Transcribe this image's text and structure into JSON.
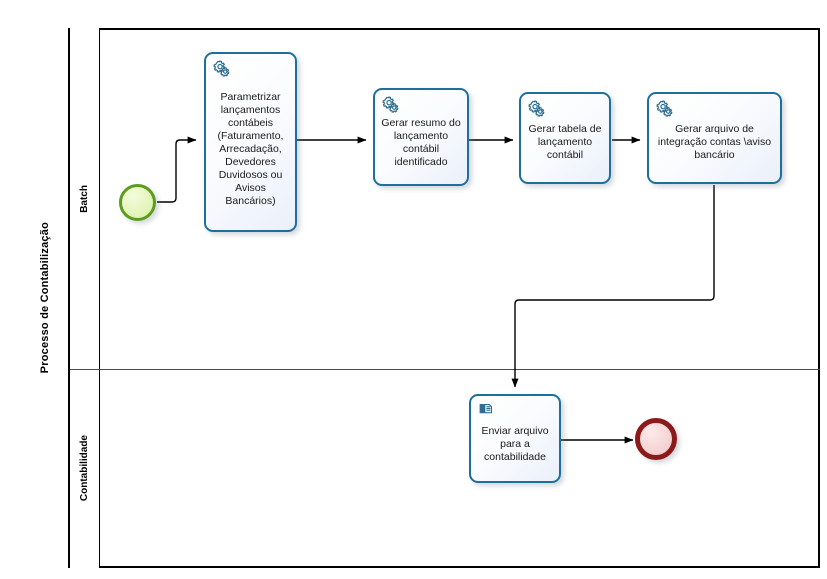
{
  "diagram": {
    "type": "bpmn-process-diagram",
    "pool": {
      "name": "Processo de Contabilização"
    },
    "lanes": [
      {
        "id": "lane-batch",
        "name": "Batch"
      },
      {
        "id": "lane-contabilidade",
        "name": "Contabilidade"
      }
    ],
    "events": [
      {
        "id": "start-event",
        "kind": "start",
        "lane": "lane-batch",
        "label": "",
        "color": "#5c9c1f"
      },
      {
        "id": "end-event",
        "kind": "end",
        "lane": "lane-contabilidade",
        "label": "",
        "color": "#8b1a1a"
      }
    ],
    "tasks": [
      {
        "id": "task-parametrizar",
        "lane": "lane-batch",
        "icon": "service-task-gear-icon",
        "label": "Parametrizar lançamentos contábeis (Faturamento, Arrecadação, Devedores Duvidosos ou Avisos Bancários)"
      },
      {
        "id": "task-gerar-resumo",
        "lane": "lane-batch",
        "icon": "service-task-gear-icon",
        "label": "Gerar resumo do lançamento contábil identificado"
      },
      {
        "id": "task-gerar-tabela",
        "lane": "lane-batch",
        "icon": "service-task-gear-icon",
        "label": "Gerar tabela de lançamento contábil"
      },
      {
        "id": "task-gerar-arquivo",
        "lane": "lane-batch",
        "icon": "service-task-gear-icon",
        "label": "Gerar arquivo de integração contas \\aviso bancário"
      },
      {
        "id": "task-enviar-arquivo",
        "lane": "lane-contabilidade",
        "icon": "manual-task-hand-document-icon",
        "label": "Enviar arquivo para a contabilidade"
      }
    ],
    "flows": [
      {
        "id": "flow-1",
        "from": "start-event",
        "to": "task-parametrizar",
        "label": ""
      },
      {
        "id": "flow-2",
        "from": "task-parametrizar",
        "to": "task-gerar-resumo",
        "label": ""
      },
      {
        "id": "flow-3",
        "from": "task-gerar-resumo",
        "to": "task-gerar-tabela",
        "label": ""
      },
      {
        "id": "flow-4",
        "from": "task-gerar-tabela",
        "to": "task-gerar-arquivo",
        "label": ""
      },
      {
        "id": "flow-5",
        "from": "task-gerar-arquivo",
        "to": "task-enviar-arquivo",
        "label": ""
      },
      {
        "id": "flow-6",
        "from": "task-enviar-arquivo",
        "to": "end-event",
        "label": ""
      }
    ],
    "colors": {
      "task_border": "#1f6f9c",
      "task_fill": "#eaf0fa",
      "pool_border": "#000000",
      "start_event": "#5c9c1f",
      "end_event": "#8b1a1a",
      "flow_line": "#000000",
      "icon": "#2f6f93"
    }
  }
}
